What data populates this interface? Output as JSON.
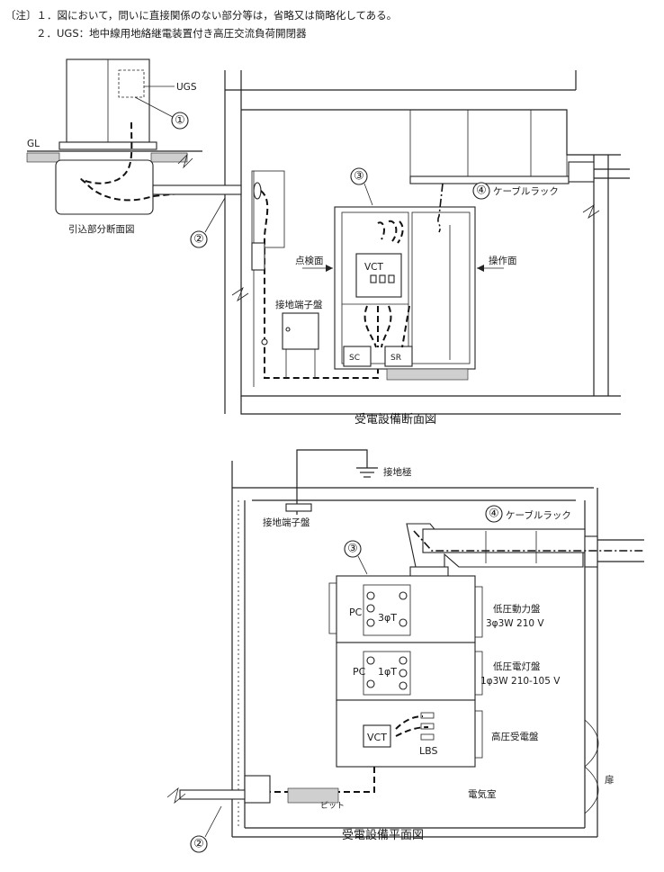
{
  "notes": {
    "line1": "〔注〕１．図において，問いに直接関係のない部分等は，省略又は簡略化してある。",
    "line2": "２．UGS：地中線用地絡継電装置付き高圧交流負荷開閉器"
  },
  "section_view": {
    "title": "受電設備断面図",
    "inlet_caption": "引込部分断面図",
    "gl": "GL",
    "ugs": "UGS",
    "cable_rack": "ケーブルラック",
    "inspection_side": "点検面",
    "operation_side": "操作面",
    "grounding_panel": "接地端子盤",
    "vct": "VCT",
    "sc": "SC",
    "sr": "SR",
    "callouts": [
      "①",
      "②",
      "③",
      "④"
    ]
  },
  "plan_view": {
    "title": "受電設備平面図",
    "ground_electrode": "接地極",
    "grounding_panel": "接地端子盤",
    "cable_rack": "ケーブルラック",
    "lv_power_panel": "低圧動力盤",
    "lv_power_spec": "3φ3W 210 V",
    "lv_light_panel": "低圧電灯盤",
    "lv_light_spec": "1φ3W 210-105 V",
    "hv_panel": "高圧受電盤",
    "pc1": "PC",
    "pc2": "PC",
    "tr3": "3φT",
    "tr1": "1φT",
    "vct": "VCT",
    "lbs": "LBS",
    "pit": "ピット",
    "room": "電気室",
    "door": "扉",
    "callouts": [
      "②",
      "③",
      "④"
    ]
  }
}
